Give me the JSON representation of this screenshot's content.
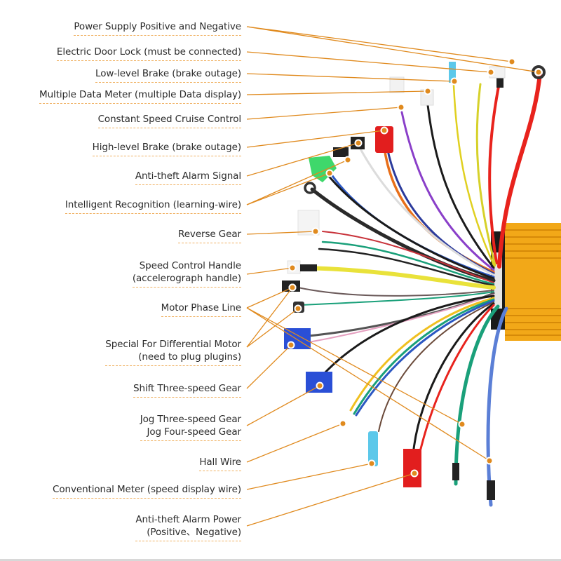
{
  "title": "Controller Wiring Diagram",
  "labels": [
    {
      "id": "power-supply",
      "lines": [
        "Power Supply Positive and Negative"
      ]
    },
    {
      "id": "door-lock",
      "lines": [
        "Electric Door Lock (must be connected)"
      ]
    },
    {
      "id": "low-brake",
      "lines": [
        "Low-level Brake (brake outage)"
      ]
    },
    {
      "id": "data-meter",
      "lines": [
        "Multiple Data Meter (multiple Data display)"
      ]
    },
    {
      "id": "cruise",
      "lines": [
        "Constant Speed Cruise Control"
      ]
    },
    {
      "id": "high-brake",
      "lines": [
        "High-level Brake (brake outage)"
      ]
    },
    {
      "id": "alarm-signal",
      "lines": [
        "Anti-theft Alarm Signal"
      ]
    },
    {
      "id": "learning-wire",
      "lines": [
        "Intelligent Recognition (learning-wire)"
      ]
    },
    {
      "id": "reverse",
      "lines": [
        "Reverse Gear"
      ]
    },
    {
      "id": "throttle",
      "lines": [
        "Speed Control Handle",
        "(accelerograph handle)"
      ]
    },
    {
      "id": "motor-phase",
      "lines": [
        "Motor Phase Line"
      ]
    },
    {
      "id": "differential",
      "lines": [
        "Special For Differential Motor",
        "(need to plug plugins)"
      ]
    },
    {
      "id": "shift-gear",
      "lines": [
        "Shift Three-speed Gear"
      ]
    },
    {
      "id": "jog-gear",
      "lines": [
        "Jog Three-speed Gear",
        "Jog Four-speed Gear"
      ]
    },
    {
      "id": "hall",
      "lines": [
        "Hall Wire"
      ]
    },
    {
      "id": "conv-meter",
      "lines": [
        "Conventional Meter (speed display wire)"
      ]
    },
    {
      "id": "alarm-power",
      "lines": [
        "Anti-theft Alarm Power",
        "(Positive、Negative)"
      ]
    }
  ],
  "colors": {
    "leader": "#e08a1e",
    "underline": "#f0b060",
    "controller": "#f2a818",
    "text": "#2b2b2b"
  }
}
